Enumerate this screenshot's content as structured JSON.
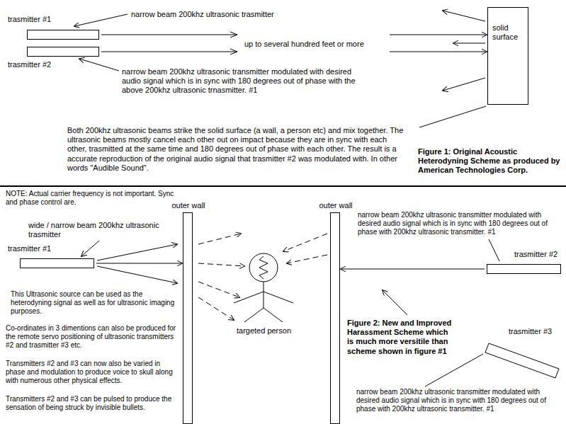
{
  "diagram": {
    "nodes": [
      {
        "text": [
          "trasmitter #1"
        ]
      },
      {
        "text": [
          "trasmitter #2"
        ]
      },
      {
        "text": [
          "solid surface"
        ]
      },
      {
        "text": [
          "trasmitter #1"
        ]
      },
      {
        "text": [
          "outer wall"
        ]
      },
      {
        "text": [
          "outer wall"
        ]
      },
      {
        "text": [
          "trasmitter #2"
        ]
      },
      {
        "text": [
          "trasmitter #3"
        ]
      },
      {
        "text": [
          "targeted person"
        ]
      }
    ],
    "edges": [
      {
        "from": 0,
        "to": 2,
        "arrow": "to"
      },
      {
        "from": 1,
        "to": 2,
        "arrow": "to"
      },
      {
        "from": 3,
        "to": 4,
        "arrow": "to"
      },
      {
        "from": 6,
        "to": 5,
        "arrow": "to"
      }
    ],
    "labels": [
      "narrow beam 200khz ultrasonic trasmitter",
      "up to several hundred feet or more",
      "narrow beam 200khz ultrasonic transmitter modulated with desired audio signal which is in sync with 180 degrees out of phase with the above 200khz ultrasonic trnasmitter. #1",
      "Both 200khz ultrasonic beams strike the solid surface (a wall, a person etc) and mix together. The ultrasonic beams mostly cancel each other out on impact because they are in sync with each other, trasmitted at the same time and 180 degrees out of phase with each other. The result is a accurate reproduction of the original audio signal that trasmitter #2 was modulated with. In other words \"Audible Sound\".",
      "Figure 1: Original Acoustic Heterodyning Scheme as produced by American Technologies Corp.",
      "NOTE: Actual carrier frequency is not important. Sync and phase control are.",
      "narrow beam 200khz ultrasonic transmitter modulated with desired audio signal which is in sync with 180 degrees out of phase with 200khz ultrasonic transmitter. #1",
      "wide / narrow beam 200khz ultrasonic trasmitter",
      "This Ultrasonic source can be used as the heterodyning signal as well as for ultrasonic imaging purposes.",
      "Co-ordinates in 3 dimentions can also be produced for the remote servo positioning of ultrasonic transmitters #2 and trasmitter #3 etc.",
      "Transmitters #2 and #3 can now also be varied in phase and modulation to produce voice to skull along with numerous other physical effects.",
      "Transmitters #2 and #3 can be pulsed to produce the sensation of being struck by invisible bullets.",
      "Figure 2: New and Improved Harassment Scheme which is much more versitile than scheme shown in figure #1",
      "narrow beam 200khz ultrasonic transmitter modulated with desired audio signal which is in sync with 180 degrees out of phase with 200khz ultrasonic transmitter. #1"
    ]
  }
}
